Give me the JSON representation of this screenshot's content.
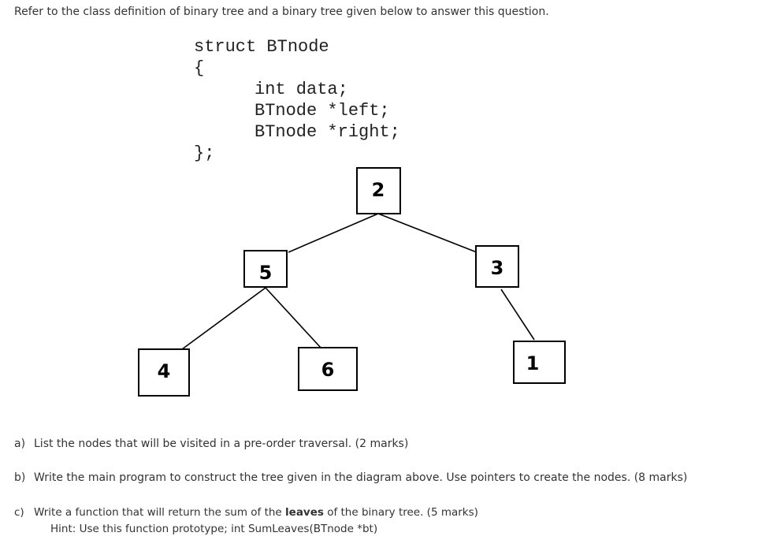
{
  "intro": "Refer to the class definition of binary tree and a binary tree given below to answer this question.",
  "code": {
    "line1": "struct BTnode",
    "line2": "{",
    "field1": "int data;",
    "field2": "BTnode *left;",
    "field3": "BTnode *right;",
    "closing": "};"
  },
  "tree": {
    "nodes": [
      "2",
      "5",
      "3",
      "4",
      "6",
      "1"
    ]
  },
  "questions": [
    {
      "letter": "a)",
      "text": "List the nodes that will be visited in a pre-order traversal. (2 marks)"
    },
    {
      "letter": "b)",
      "text": "Write the main program to construct the tree given in the diagram above. Use pointers to create the nodes. (8 marks)"
    },
    {
      "letter": "c)",
      "text_before": "Write a function that will return the sum of the ",
      "bold": "leaves",
      "text_after": " of the binary tree. (5 marks)"
    }
  ],
  "hint": "Hint: Use this function prototype;  int SumLeaves(BTnode *bt)"
}
